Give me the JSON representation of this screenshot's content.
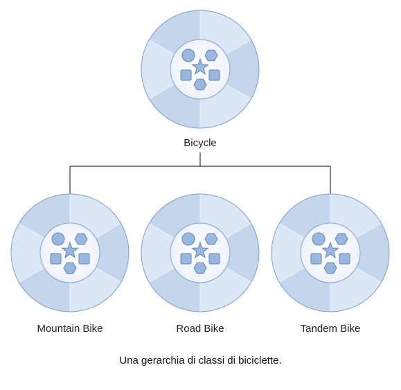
{
  "diagram": {
    "parent": {
      "label": "Bicycle"
    },
    "children": [
      {
        "label": "Mountain Bike"
      },
      {
        "label": "Road Bike"
      },
      {
        "label": "Tandem Bike"
      }
    ],
    "caption": "Una gerarchia di classi di biciclette."
  },
  "colors": {
    "ring_light": "#dbe7f5",
    "ring_dark": "#a9c3e2",
    "ring_edge": "#7fa1cc",
    "hub_fill": "#ffffff",
    "shape_fill": "#9ab8dd",
    "shape_edge": "#5f86b8",
    "connector": "#333333"
  }
}
